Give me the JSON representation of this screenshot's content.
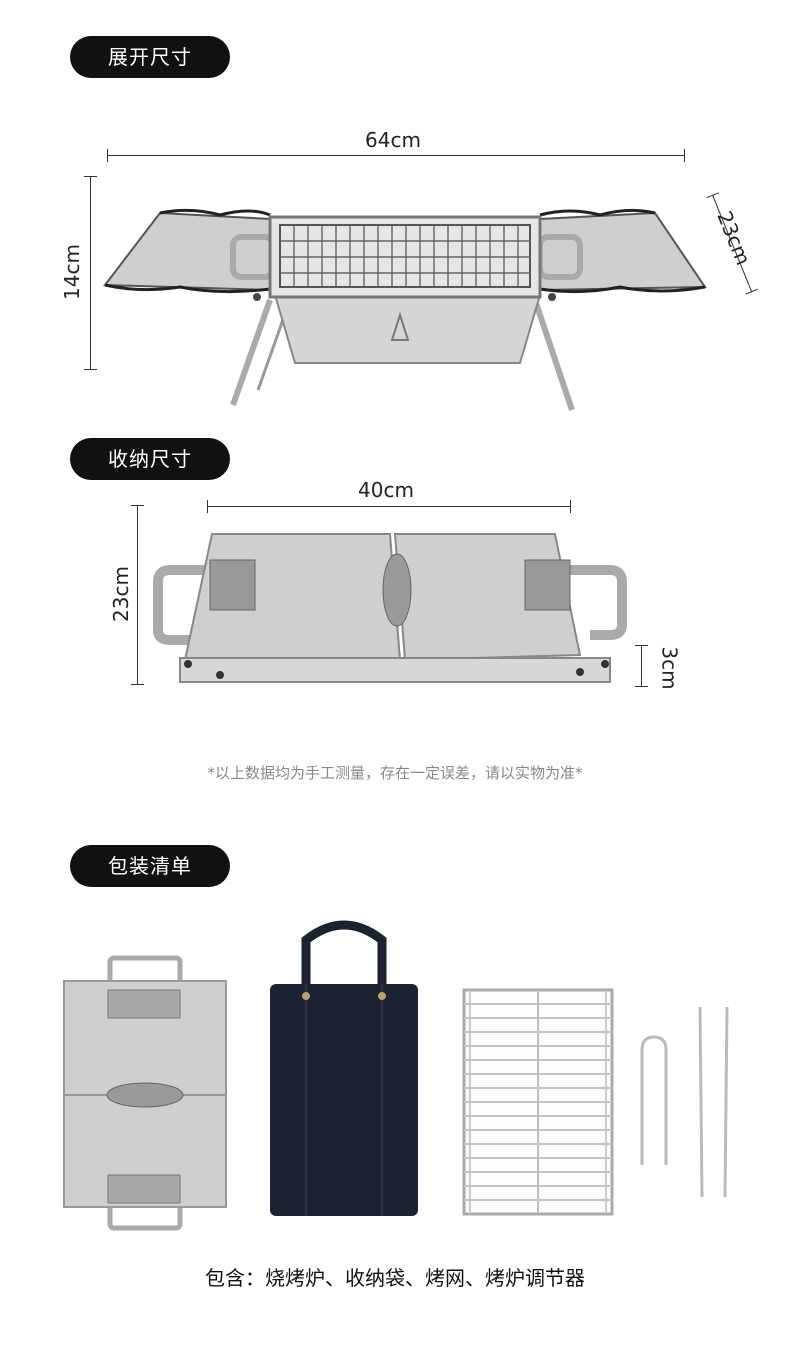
{
  "sections": {
    "expanded_title": "展开尺寸",
    "folded_title": "收纳尺寸",
    "package_title": "包装清单"
  },
  "expanded": {
    "width_label": "64cm",
    "height_label": "14cm",
    "depth_label": "23cm"
  },
  "folded": {
    "width_label": "40cm",
    "height_label": "23cm",
    "thickness_label": "3cm"
  },
  "note": "*以上数据均为手工测量，存在一定误差，请以实物为准*",
  "package": {
    "includes": "包含：烧烤炉、收纳袋、烤网、烤炉调节器"
  },
  "colors": {
    "pill_bg": "#111111",
    "steel": "#c9c9c9",
    "bag": "#1c2230"
  }
}
